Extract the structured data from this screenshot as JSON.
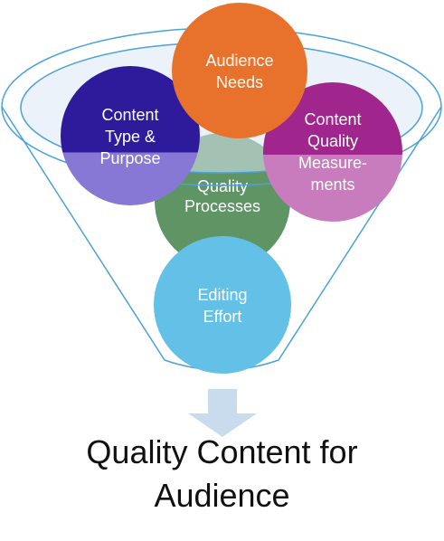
{
  "colors": {
    "funnel_outline": "#4aa3d8",
    "funnel_fill": "#dbe8f5",
    "audience_needs": "#e8722c",
    "content_type": "#2d1b9c",
    "content_type_lower": "#8778d6",
    "quality_processes": "#5f9465",
    "quality_measurements": "#a0268e",
    "quality_measurements_lower": "#c87bbd",
    "editing_effort": "#63c0e6",
    "arrow": "#c8dcee"
  },
  "circles": {
    "audience_needs": {
      "lines": [
        "Audience",
        "Needs"
      ]
    },
    "content_type": {
      "lines": [
        "Content",
        "Type &",
        "Purpose"
      ]
    },
    "quality_processes": {
      "lines": [
        "Quality",
        "Processes"
      ]
    },
    "quality_measurements": {
      "lines": [
        "Content",
        "Quality",
        "Measure-",
        "ments"
      ]
    },
    "editing_effort": {
      "lines": [
        "Editing",
        "Effort"
      ]
    }
  },
  "arrow_icon": "down-arrow-icon",
  "caption": {
    "line1": "Quality Content for",
    "line2": "Audience"
  }
}
